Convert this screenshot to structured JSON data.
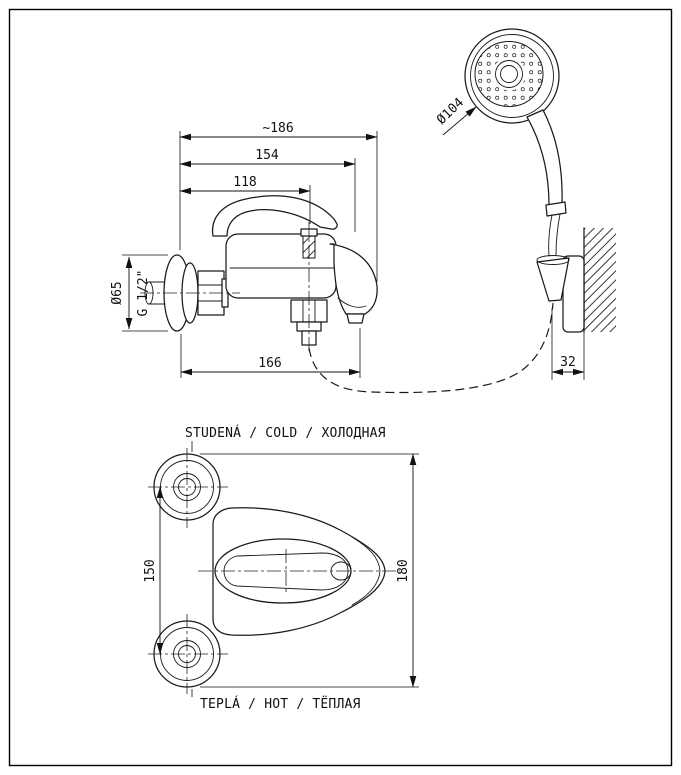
{
  "labels": {
    "cold": "STUDENÁ / COLD / ХОЛОДНАЯ",
    "hot": "TEPLÁ / HOT / ТЁПЛАЯ"
  },
  "dimensions": {
    "total_width": "~186",
    "width_to_outlet": "154",
    "width_to_diverter": "118",
    "flange_diameter": "Ø65",
    "thread_size": "G 1/2\"",
    "bottom_width": "166",
    "bracket_depth": "32",
    "shower_head_diameter": "Ø104",
    "center_distance": "150",
    "overall_height": "180"
  },
  "colors": {
    "line": "#1a1a1a",
    "background": "#ffffff"
  }
}
